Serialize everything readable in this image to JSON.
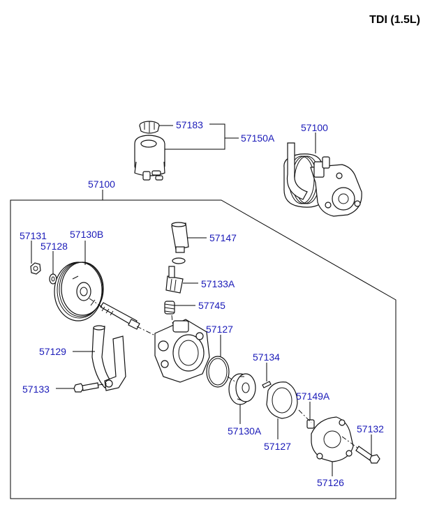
{
  "header": {
    "title": "TDI (1.5L)"
  },
  "parts": {
    "p57183": "57183",
    "p57150A": "57150A",
    "p57100_top": "57100",
    "p57100_assy": "57100",
    "p57131": "57131",
    "p57128": "57128",
    "p57130B": "57130B",
    "p57147": "57147",
    "p57133A": "57133A",
    "p57745": "57745",
    "p57127_a": "57127",
    "p57129": "57129",
    "p57134": "57134",
    "p57133": "57133",
    "p57149A": "57149A",
    "p57130A": "57130A",
    "p57127_b": "57127",
    "p57132": "57132",
    "p57126": "57126"
  },
  "colors": {
    "label": "#1a1ab8",
    "line": "#111111",
    "background": "#ffffff"
  }
}
